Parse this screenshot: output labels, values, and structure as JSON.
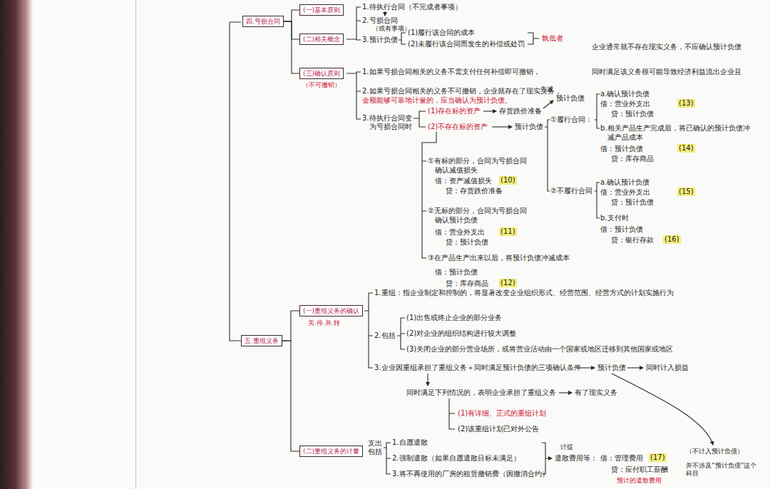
{
  "diagram": {
    "nodes": [
      {
        "text": [
          "四.亏损合同"
        ]
      },
      {
        "text": [
          "(一)基本原则"
        ]
      },
      {
        "text": [
          "(二)相关概念"
        ]
      },
      {
        "text": [
          "(三)确认原则"
        ]
      },
      {
        "text": [
          "五.重组义务"
        ]
      },
      {
        "text": [
          "(一)重组义务的确认"
        ]
      },
      {
        "text": [
          "(二)重组义务的计量"
        ]
      }
    ],
    "edges": [
      {
        "from": 0,
        "to": 1,
        "arrow": "none"
      },
      {
        "from": 0,
        "to": 2,
        "arrow": "none"
      },
      {
        "from": 0,
        "to": 3,
        "arrow": "none"
      },
      {
        "from": 4,
        "to": 5,
        "arrow": "none"
      },
      {
        "from": 4,
        "to": 6,
        "arrow": "none"
      }
    ],
    "labels": [
      "1.待执行合同（不完成者事项）",
      "2.亏损合同",
      "（或有事项）",
      "3.预计负债",
      "(1)履行该合同的成本",
      "(2)未履行该合同而发生的补偿或处罚",
      "孰低者",
      "企业通常就不存在现实义务，不应确认预计负债",
      "（不可撤销）",
      "1.如果亏损合同相关的义务不需支付任何补偿即可撤销，",
      "同时满足该义务很可能导致经济利益流出企业且",
      "2.如果亏损合同相关的义务不可撤销，企业就存在了现实义务，",
      "金额能够可靠地计量的，应当确认为预计负债。",
      "3.待执行合同变",
      "为亏损合同时",
      "(1)存在标的资产",
      "存货跌价准备",
      "先减",
      "预计负债",
      "(2)不存在标的资产",
      "预计负债",
      "①有标的部分，合同为亏损合同",
      "确认减值损失",
      "借：资产减值损失",
      "(10)",
      "贷：存货跌价准备",
      "②无标的部分，合同为亏损合同",
      "确认预计负债",
      "借：营业外支出",
      "(11)",
      "贷：预计负债",
      "③在产品生产出来以后，将预计负债冲减成本",
      "借：预计负债",
      "贷：库存商品",
      "(12)",
      "①履行合同：",
      "a.确认预计负债",
      "借：营业外支出",
      "(13)",
      "贷：预计负债",
      "b.相关产品生产完成后，将已确认的预计负债冲",
      "减产品成本",
      "借：预计负债",
      "(14)",
      "贷：库存商品",
      "②不履行合同",
      "a.确认预计负债",
      "借：营业外支出",
      "(15)",
      "贷：预计负债",
      "b.支付时",
      "借：预计负债",
      "贷：银行存款",
      "(16)",
      "关.停.并.转",
      "1.重组：指企业制定和控制的，将显著改变企业组织形式、经营范围、经营方式的计划实施行为",
      "2.包括",
      "(1)出售或终止企业的部分业务",
      "(2)对企业的组织结构进行较大调整",
      "(3)关闭企业的部分营业场所，或将营业活动由一个国家或地区迁移到其他国家或地区",
      "3.企业因重组承担了重组义务＋同时满足预计负债的三项确认条件",
      "预计负债",
      "同时计入损益",
      "同时满足下列情况的，表明企业承担了重组义务",
      "有了现实义务",
      "(1)有详细、正式的重组计划",
      "(2)该重组计划已对外公告",
      "支出包括",
      "1.自愿遣散",
      "2.强制遣散（如果自愿遣散目标未满足）",
      "3.将不再使用的厂房的租赁撤销费（因撤消合约）",
      "计提",
      "遣散费用等：",
      "借：管理费用",
      "(17)",
      "贷：应付职工薪酬",
      "预计的遣散费用",
      "（不计入预计负债）",
      "并不涉及“预计负债”这个科目"
    ]
  }
}
